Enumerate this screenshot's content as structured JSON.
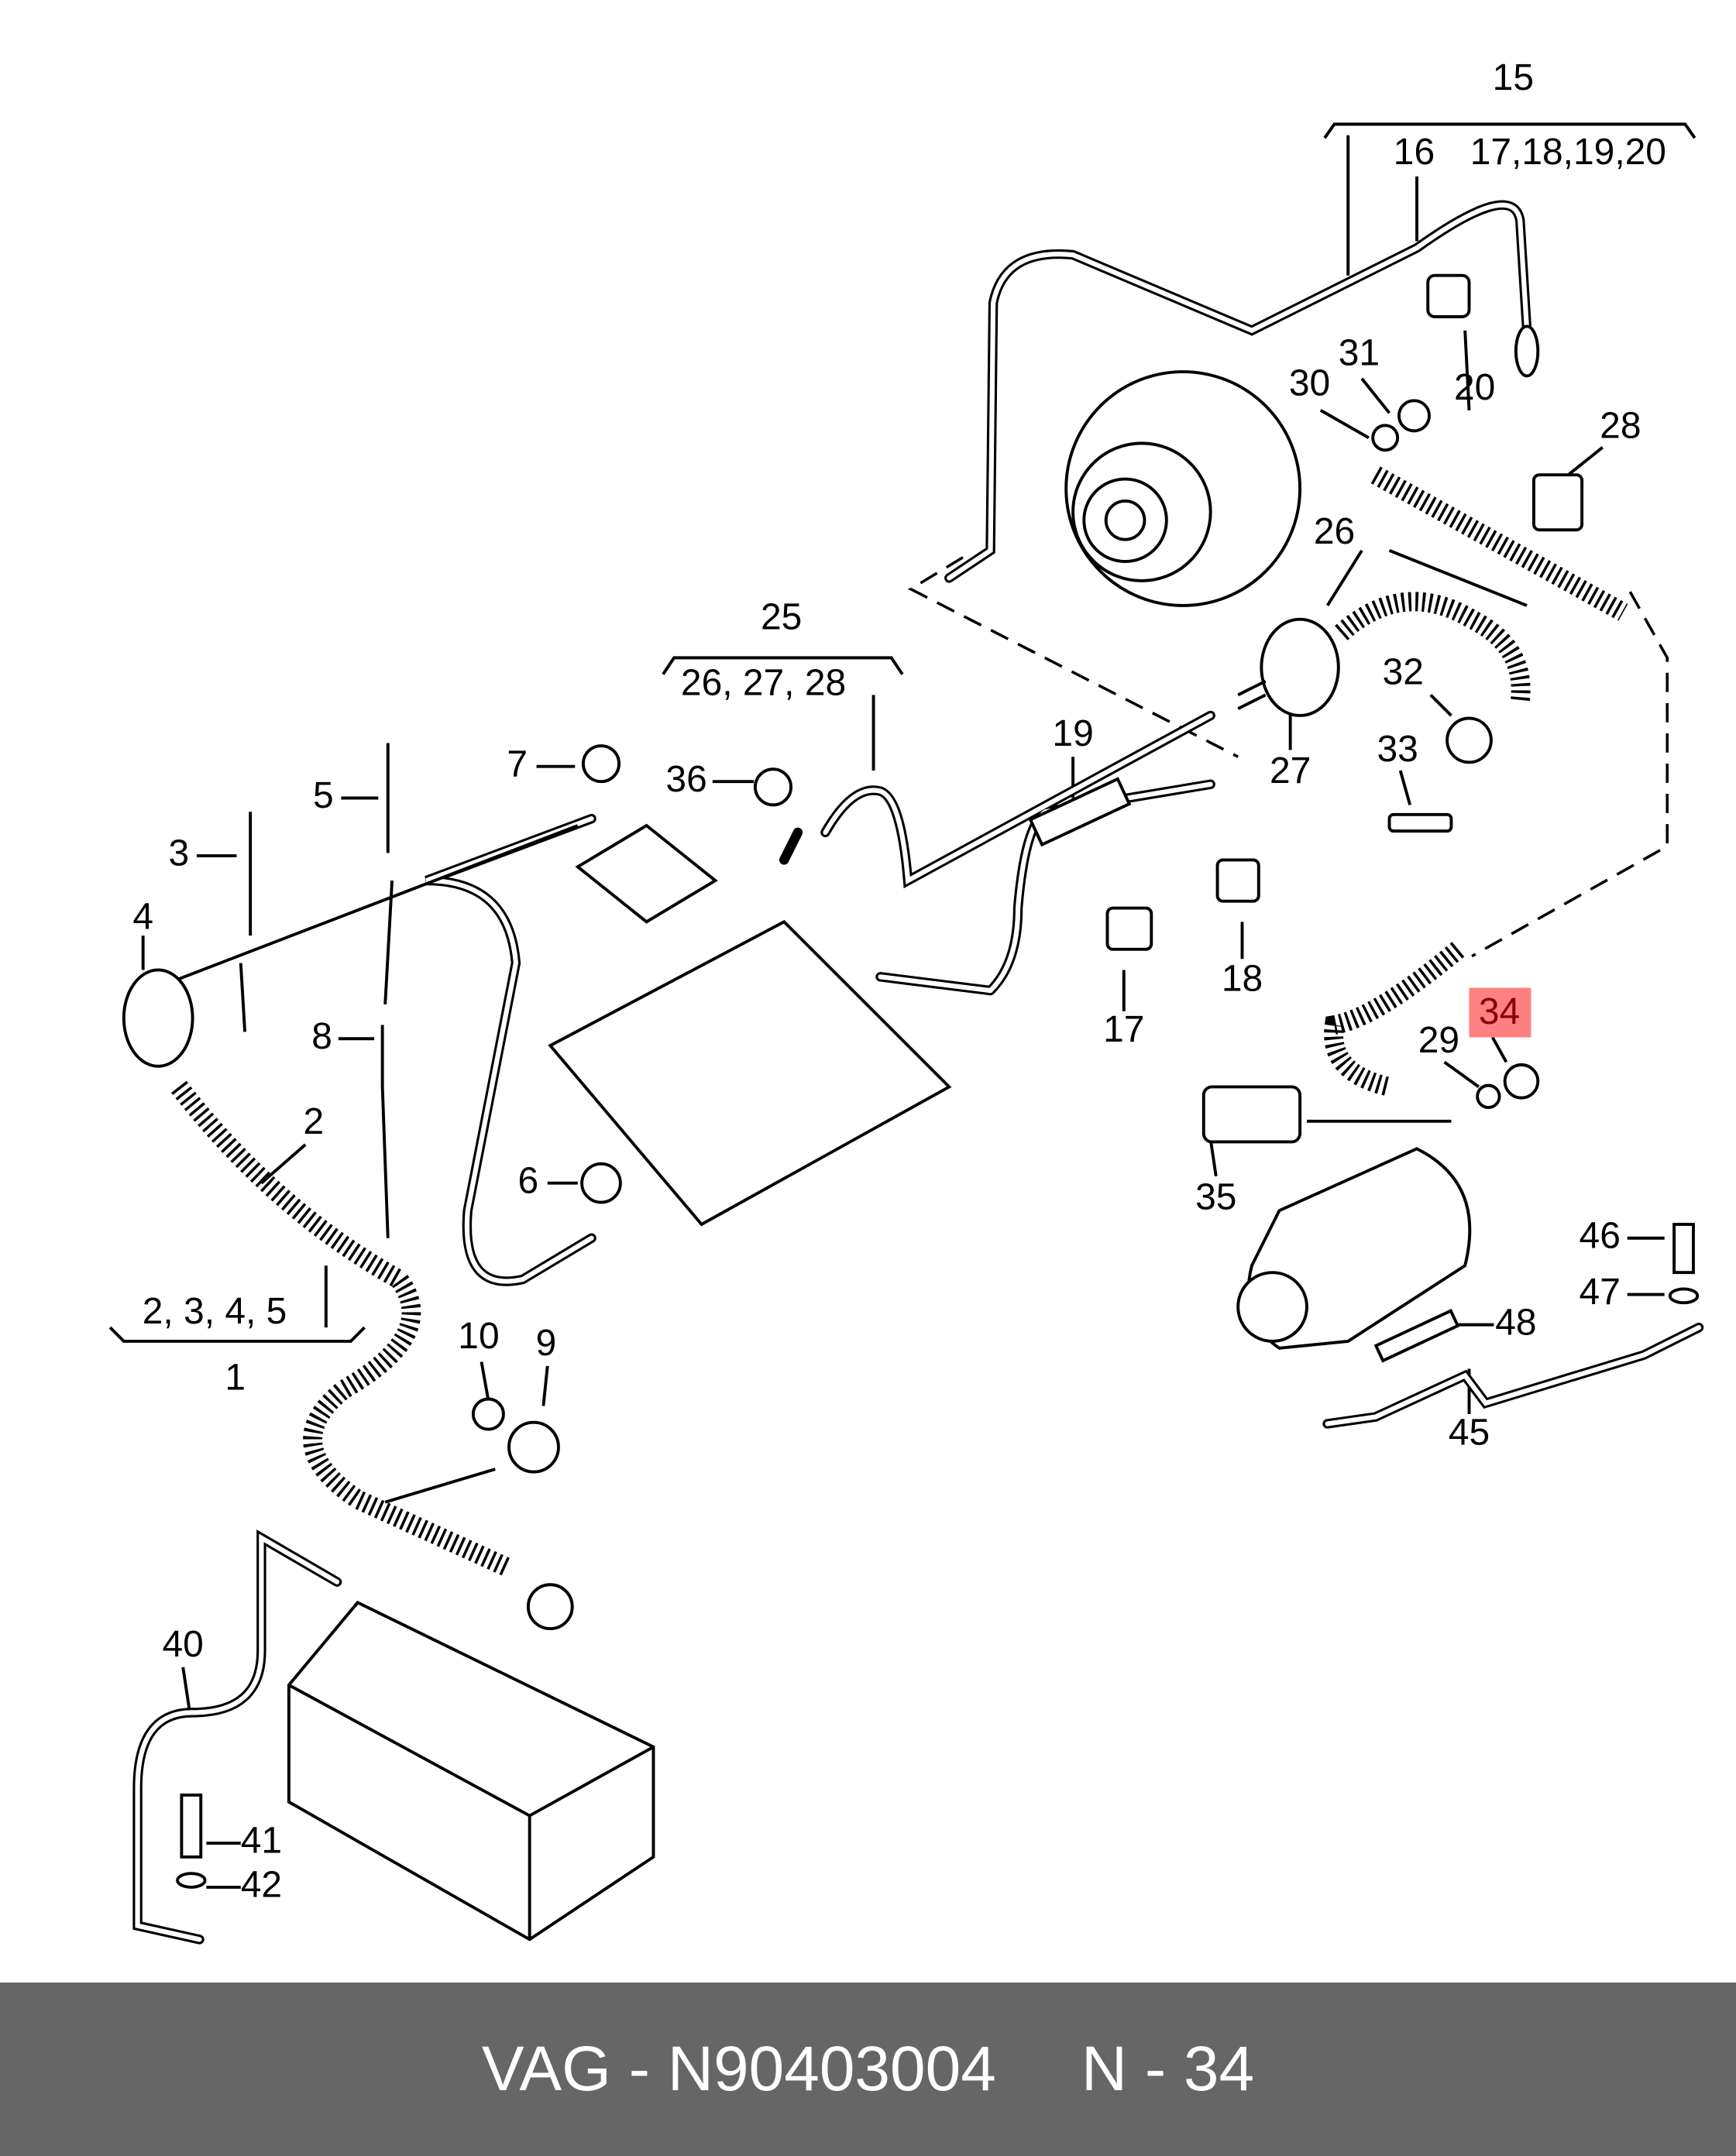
{
  "diagram": {
    "highlight_color": "#ff8080",
    "highlighted_part": "34",
    "callouts": [
      "15",
      "16",
      "17,18,19,20",
      "30",
      "31",
      "20",
      "28",
      "26",
      "25",
      "26, 27, 28",
      "19",
      "7",
      "36",
      "5",
      "3",
      "32",
      "33",
      "27",
      "4",
      "18",
      "17",
      "34",
      "29",
      "8",
      "2",
      "35",
      "6",
      "46",
      "47",
      "48",
      "2, 3, 4, 5",
      "1",
      "10",
      "9",
      "45",
      "40",
      "41",
      "42"
    ]
  },
  "footer": {
    "brand_part": "VAG - N90403004",
    "position": "N - 34"
  }
}
